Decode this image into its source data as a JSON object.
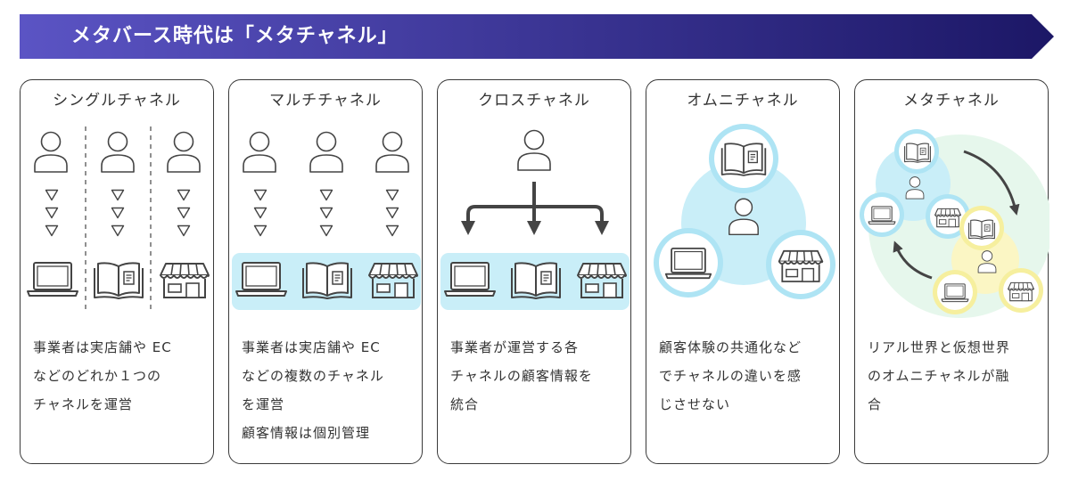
{
  "banner": {
    "title": "メタバース時代は「メタチャネル」"
  },
  "cards": [
    {
      "title": "シングルチャネル",
      "desc": [
        "事業者は実店舗や EC",
        "などのどれか１つの",
        "チャネルを運営"
      ]
    },
    {
      "title": "マルチチャネル",
      "desc": [
        "事業者は実店舗や EC",
        "などの複数のチャネル",
        "を運営",
        "顧客情報は個別管理"
      ]
    },
    {
      "title": "クロスチャネル",
      "desc": [
        "事業者が運営する各",
        "チャネルの顧客情報を",
        "統合"
      ]
    },
    {
      "title": "オムニチャネル",
      "desc": [
        "顧客体験の共通化など",
        "でチャネルの違いを感",
        "じさせない"
      ]
    },
    {
      "title": "メタチャネル",
      "desc": [
        "リアル世界と仮想世界",
        "のオムニチャネルが融",
        "合"
      ]
    }
  ],
  "colors": {
    "banner_start": "#5b54c4",
    "banner_end": "#1c1766",
    "light_blue": "#c9eef8",
    "light_blue_deep": "#aee4f4",
    "light_yellow": "#fbf6c4",
    "light_green": "#e6f7ec",
    "icon_stroke": "#444444",
    "arrow": "#444444"
  },
  "icons": [
    "person-icon",
    "laptop-icon",
    "book-icon",
    "store-icon",
    "down-triangle-icon",
    "down-arrow-icon",
    "curved-arrow-icon"
  ]
}
